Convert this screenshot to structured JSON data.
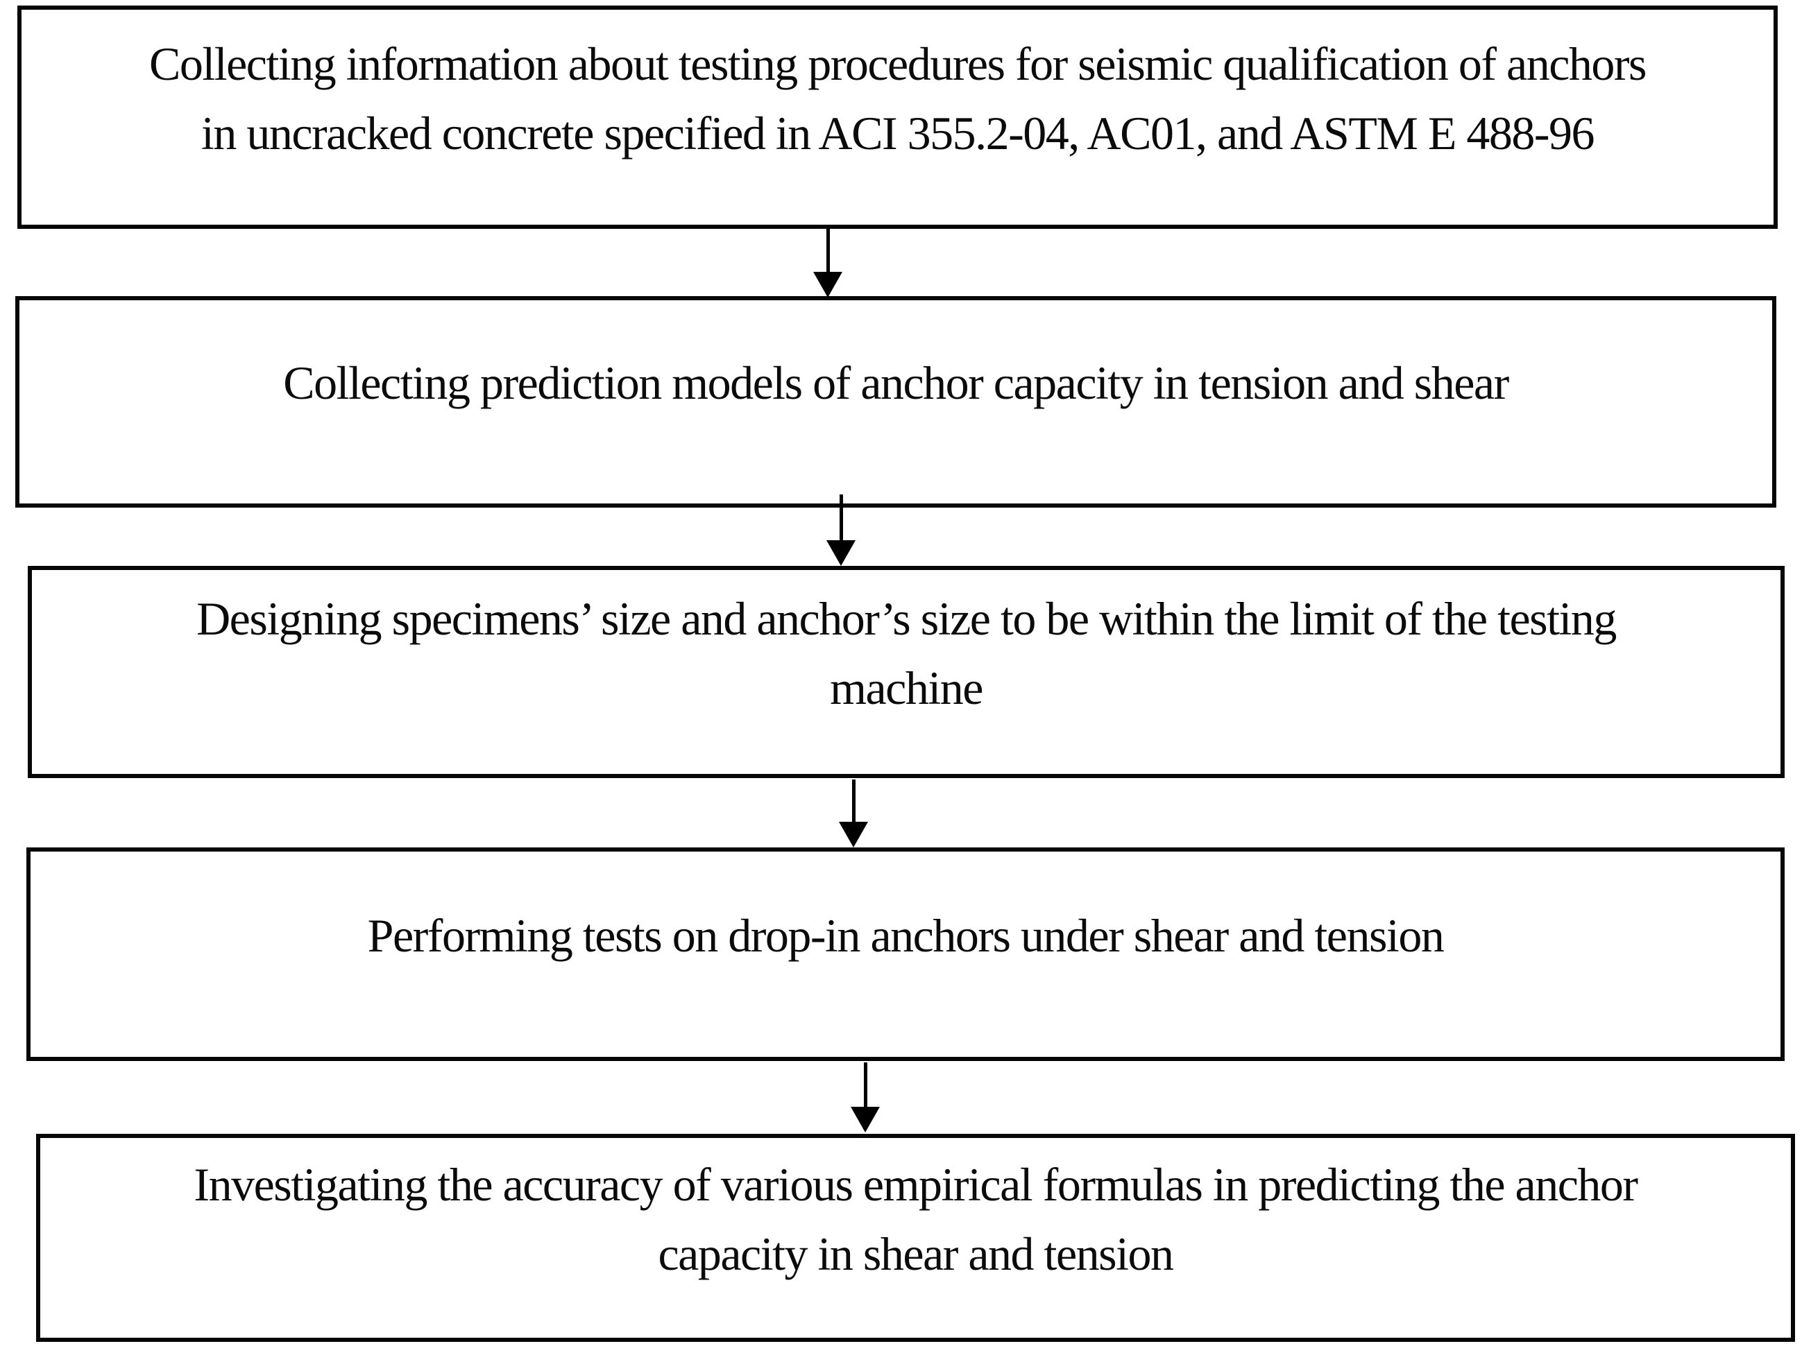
{
  "diagram": {
    "type": "flowchart",
    "direction": "top-down",
    "colors": {
      "box_border": "#000000",
      "box_background": "#ffffff",
      "text": "#000000",
      "arrow": "#000000"
    },
    "steps": [
      {
        "id": 1,
        "lines": [
          "Collecting information about testing procedures for seismic qualification of anchors",
          "in uncracked concrete specified in ACI 355.2-04, AC01, and ASTM E 488-96"
        ]
      },
      {
        "id": 2,
        "lines": [
          "Collecting prediction models of anchor capacity in tension and shear"
        ]
      },
      {
        "id": 3,
        "lines": [
          "Designing specimens’ size and anchor’s size to be within the limit of the testing",
          "machine"
        ]
      },
      {
        "id": 4,
        "lines": [
          "Performing tests on drop-in anchors under shear and tension"
        ]
      },
      {
        "id": 5,
        "lines": [
          "Investigating the accuracy of various empirical formulas in predicting the anchor",
          "capacity in shear and tension"
        ]
      }
    ],
    "connectors": [
      {
        "from": 1,
        "to": 2,
        "style": "straight-arrow-down"
      },
      {
        "from": 2,
        "to": 3,
        "style": "straight-arrow-down"
      },
      {
        "from": 3,
        "to": 4,
        "style": "straight-arrow-down"
      },
      {
        "from": 4,
        "to": 5,
        "style": "straight-arrow-down"
      }
    ]
  }
}
